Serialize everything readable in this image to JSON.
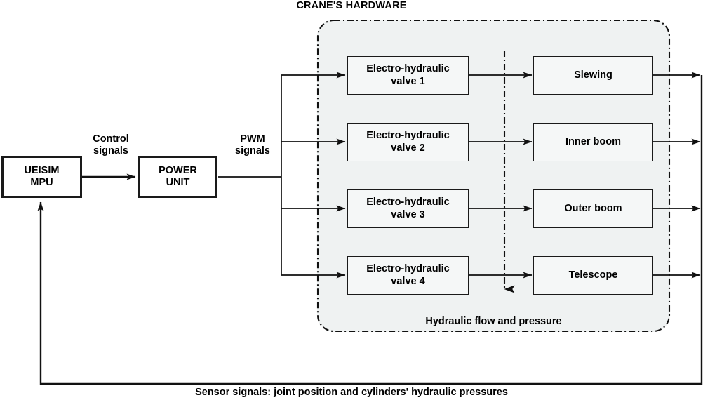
{
  "diagram": {
    "title": "CRANE'S HARDWARE",
    "controller": {
      "label": "UEISIM\nMPU"
    },
    "power_unit": {
      "label": "POWER\nUNIT"
    },
    "edge_labels": {
      "control_signals": "Control\nsignals",
      "pwm_signals": "PWM\nsignals",
      "hydraulic_flow": "Hydraulic flow and pressure",
      "sensor_signals": "Sensor signals: joint position and cylinders' hydraulic pressures"
    },
    "valves": [
      {
        "label": "Electro-hydraulic\nvalve 1"
      },
      {
        "label": "Electro-hydraulic\nvalve 2"
      },
      {
        "label": "Electro-hydraulic\nvalve 3"
      },
      {
        "label": "Electro-hydraulic\nvalve 4"
      }
    ],
    "actuators": [
      {
        "label": "Slewing"
      },
      {
        "label": "Inner boom"
      },
      {
        "label": "Outer boom"
      },
      {
        "label": "Telescope"
      }
    ],
    "colors": {
      "stroke": "#111111",
      "region_fill": "#eff2f2",
      "box_fill": "#f5f7f7",
      "page_bg": "#ffffff"
    }
  }
}
